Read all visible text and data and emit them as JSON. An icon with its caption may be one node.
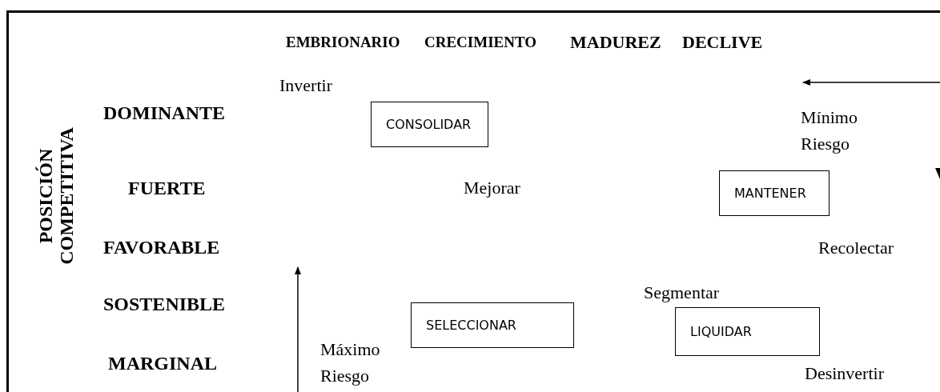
{
  "diagram": {
    "nodes": [
      {
        "text": [
          "CONSOLIDAR"
        ]
      },
      {
        "text": [
          "MANTENER"
        ]
      },
      {
        "text": [
          "SELECCIONAR"
        ]
      },
      {
        "text": [
          "LIQUIDAR"
        ]
      }
    ],
    "labels": [
      "EMBRIONARIO",
      "CRECIMIENTO",
      "MADUREZ",
      "DECLIVE",
      "Invertir",
      "DOMINANTE",
      "Mínimo Riesgo",
      "FUERTE",
      "Mejorar",
      "POSICIÓN COMPETITIVA",
      "FAVORABLE",
      "Recolectar",
      "Segmentar",
      "SOSTENIBLE",
      "Máximo Riesgo",
      "MARGINAL",
      "Desinvertir"
    ]
  }
}
